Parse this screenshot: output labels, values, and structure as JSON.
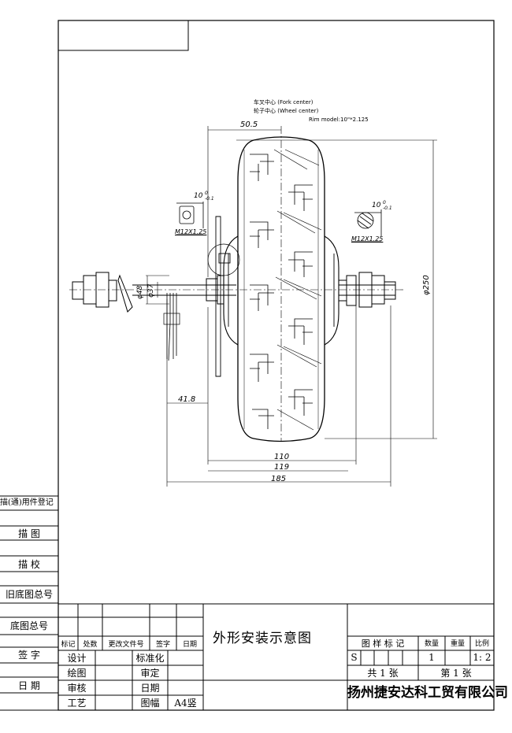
{
  "notes": {
    "fork_center": "车叉中心 (Fork center)",
    "wheel_center": "轮子中心 (Wheel center)",
    "rim_model": "Rim model:10\"*2.125"
  },
  "dimensions": {
    "d50_5": "50.5",
    "d41_8": "41.8",
    "d110": "110",
    "d119": "119",
    "d185": "185",
    "d250": "φ250",
    "d48": "φ48",
    "d37": "φ37",
    "d10_left": "10",
    "tol_left_top": "0",
    "tol_left_bottom": "-0.1",
    "d10_right": "10",
    "tol_right_top": "0",
    "tol_right_bottom": "-0.1",
    "thread_left": "M12X1.25",
    "thread_right": "M12X1.25"
  },
  "side_panel": {
    "registry": "描(通)用件登记",
    "trace": "描  图",
    "trace_check": "描  校",
    "old_base_no": "旧底图总号",
    "base_no": "底图总号",
    "signature": "签  字",
    "date": "日  期"
  },
  "title_block": {
    "h_mark": "标记",
    "h_count": "处数",
    "h_change_doc": "更改文件号",
    "h_sign": "签字",
    "h_date": "日期",
    "design": "设计",
    "draw": "绘图",
    "review": "审核",
    "process": "工艺",
    "standardize": "标准化",
    "approve": "审定",
    "date": "日期",
    "sheet_size_label": "图幅",
    "sheet_size": "A4竖",
    "drawing_title": "外形安装示意图",
    "h_drawing_mark": "图 样 标 记",
    "h_quantity": "数量",
    "h_weight": "重量",
    "h_scale": "比例",
    "mark_value": "S",
    "quantity_value": "1",
    "scale_value": "1: 2",
    "total_sheets": "共 1 张",
    "sheet_no": "第 1 张",
    "company": "扬州捷安达科工贸有限公司"
  }
}
